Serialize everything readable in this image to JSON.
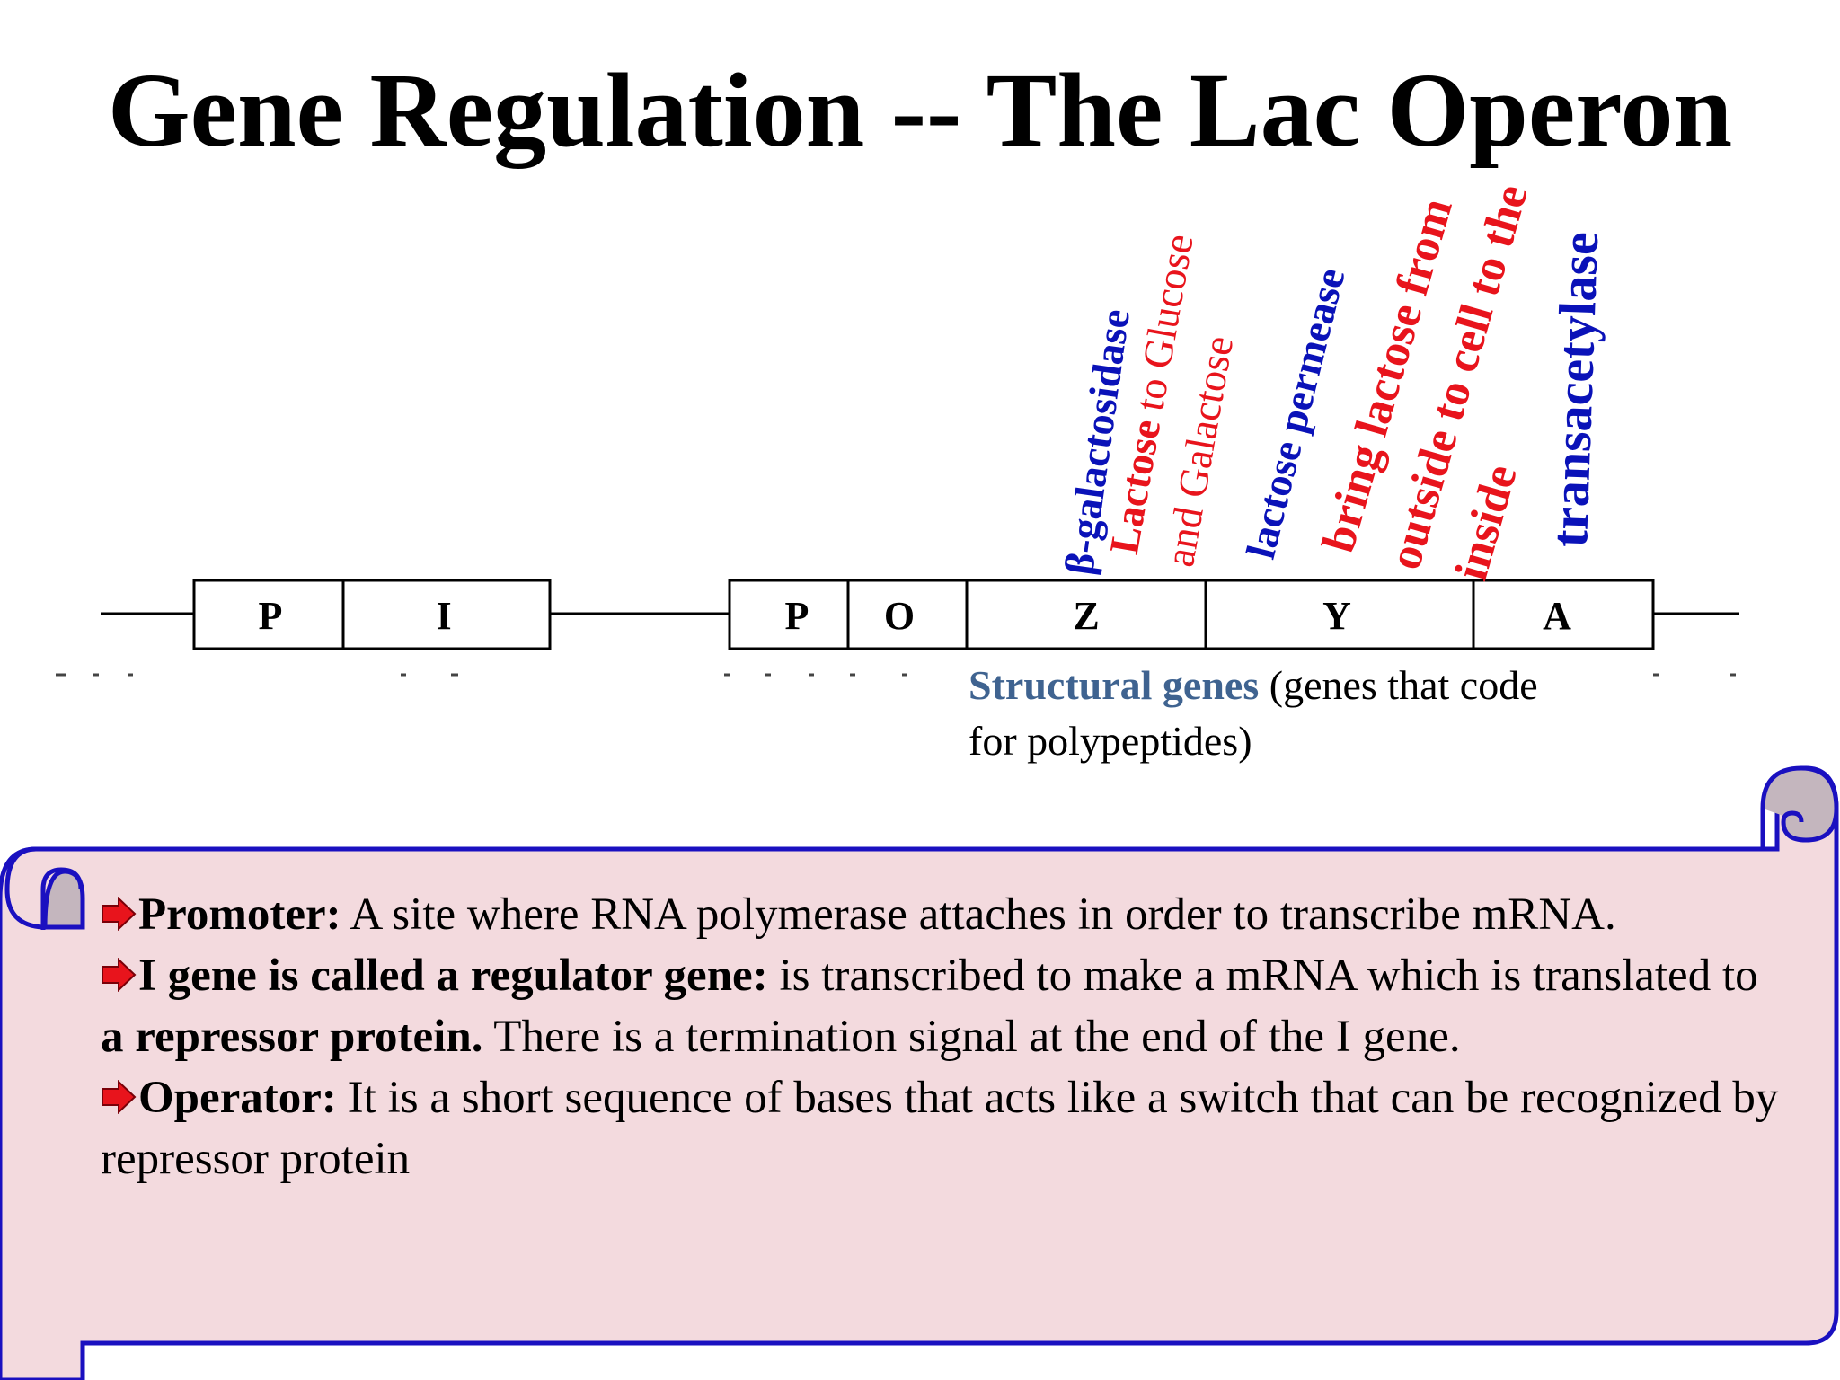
{
  "title": "Gene Regulation -- The Lac Operon",
  "genes_left": [
    "P",
    "I"
  ],
  "genes_right": [
    "P",
    "O",
    "Z",
    "Y",
    "A"
  ],
  "enzyme_labels": {
    "z_enzyme": "β-galactosidase",
    "z_function_1_bold": "Lactose",
    "z_function_1_rest": " to Glucose",
    "z_function_2": "and Galactose",
    "y_enzyme": "lactose permease",
    "y_function_1": "bring lactose from",
    "y_function_2": "outside to cell to the",
    "y_function_3": "inside",
    "a_enzyme": "transacetylase"
  },
  "structural": {
    "heading": "Structural genes",
    "rest_1": " (genes that code",
    "rest_2": "for polypeptides)"
  },
  "scroll": {
    "icon": "red-arrow-bullet-icon",
    "items": [
      {
        "term": "Promoter:",
        "text": " A site where RNA polymerase attaches in order to transcribe mRNA."
      },
      {
        "term": "I gene is called a regulator gene:",
        "text_1": " is transcribed to make a mRNA which is translated to ",
        "bold_2": "a repressor protein.",
        "text_3": "  There is a termination signal at the end of the I gene."
      },
      {
        "term": "Operator:",
        "text": " It is a short sequence of bases that acts like a switch that can be recognized by repressor protein"
      }
    ]
  },
  "colors": {
    "enzyme_blue": "#0a12b8",
    "function_red": "#e8141c",
    "structural_blue": "#3f6390",
    "scroll_fill": "#f3dade",
    "scroll_border": "#1a10c0",
    "scroll_curl_fill": "#c4b6be"
  }
}
